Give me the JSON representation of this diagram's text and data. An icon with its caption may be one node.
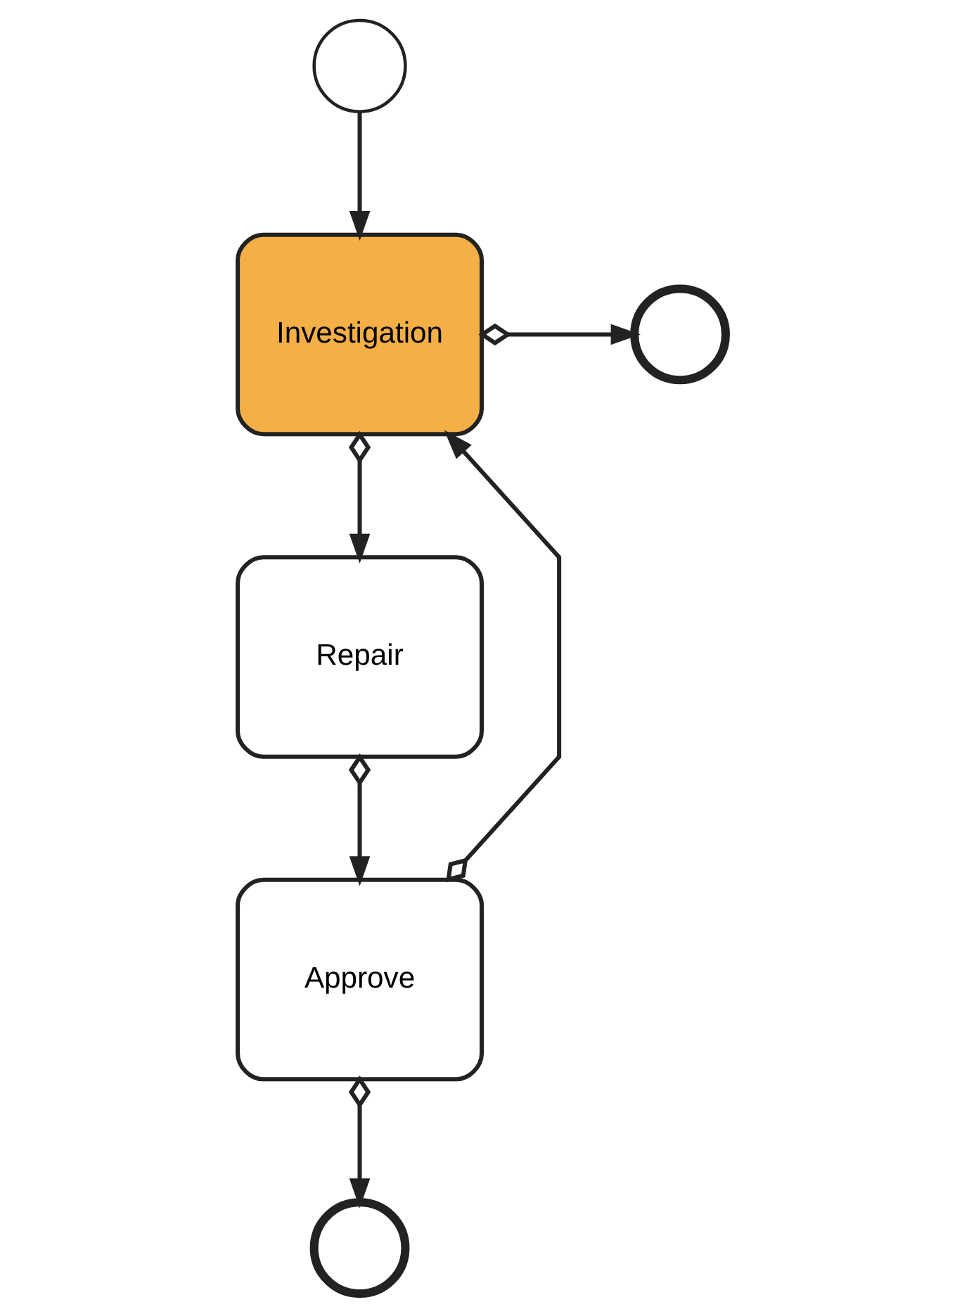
{
  "diagram": {
    "nodes": [
      {
        "text": [],
        "shape": "circle"
      },
      {
        "text": [
          "Investigation"
        ]
      },
      {
        "text": [],
        "shape": "circle"
      },
      {
        "text": [
          "Repair"
        ]
      },
      {
        "text": [
          "Approve"
        ]
      },
      {
        "text": [],
        "shape": "circle"
      }
    ],
    "edges": [
      {
        "from": 0,
        "to": 1,
        "arrow": "to"
      },
      {
        "from": 1,
        "to": 2,
        "arrow": "to"
      },
      {
        "from": 1,
        "to": 3,
        "arrow": "to"
      },
      {
        "from": 3,
        "to": 4,
        "arrow": "to"
      },
      {
        "from": 4,
        "to": 1,
        "arrow": "to"
      },
      {
        "from": 4,
        "to": 5,
        "arrow": "to"
      }
    ]
  }
}
